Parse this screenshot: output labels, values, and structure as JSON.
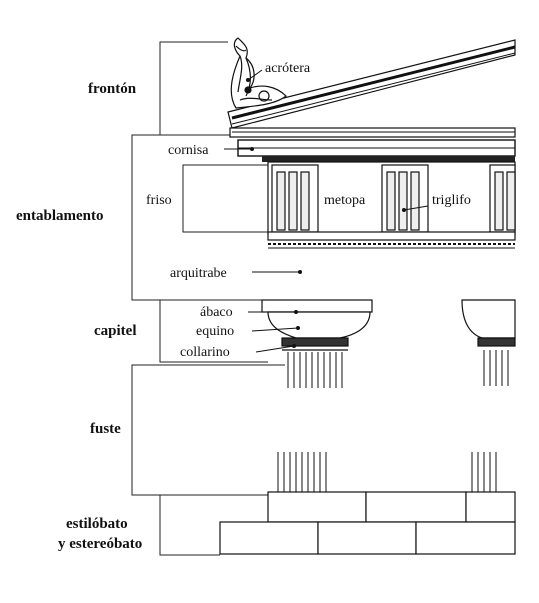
{
  "figure": {
    "sections": {
      "fronton": "frontón",
      "entablamento": "entablamento",
      "capitel": "capitel",
      "fuste": "fuste",
      "estilobato_line1": "estilóbato",
      "estilobato_line2": "y estereóbato"
    },
    "parts": {
      "acrotera": "acrótera",
      "cornisa": "cornisa",
      "friso": "friso",
      "metopa": "metopa",
      "triglifo": "triglifo",
      "arquitrabe": "arquitrabe",
      "abaco": "ábaco",
      "equino": "equino",
      "collarino": "collarino"
    }
  }
}
